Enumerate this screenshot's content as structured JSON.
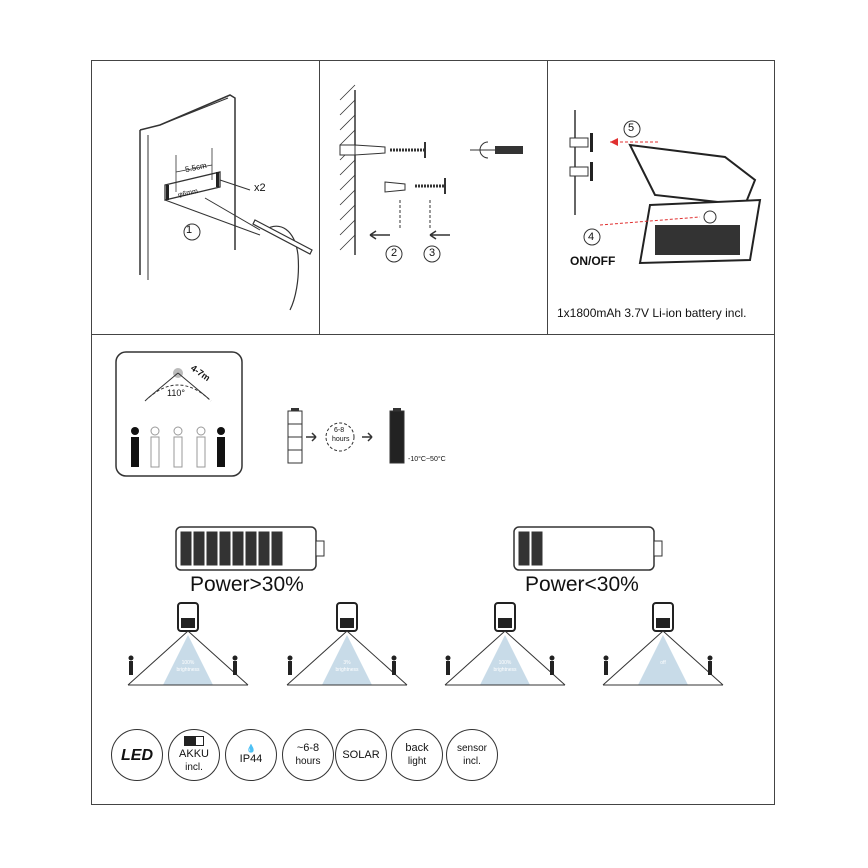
{
  "panel1": {
    "dimension": "5.5cm",
    "hole": "φ6mm",
    "count": "x2",
    "step": "1"
  },
  "panel2": {
    "step_a": "2",
    "step_b": "3"
  },
  "panel3": {
    "step_top": "5",
    "step_switch": "4",
    "switch_label": "ON/OFF",
    "battery_note": "1x1800mAh 3.7V Li-ion battery incl."
  },
  "sensor": {
    "range": "4-7m",
    "angle": "110°"
  },
  "charging": {
    "hours_line1": "6-8",
    "hours_line2": "hours",
    "temp_range": "-10°C~50°C"
  },
  "power": {
    "high_label": "Power>30%",
    "low_label": "Power<30%",
    "high_cells": 8,
    "low_cells": 2,
    "scenes": [
      {
        "label_line1": "100%",
        "label_line2": "brightness"
      },
      {
        "label_line1": "3%",
        "label_line2": "brightness"
      },
      {
        "label_line1": "100%",
        "label_line2": "brightness"
      },
      {
        "label_line1": "off",
        "label_line2": ""
      }
    ]
  },
  "features": [
    {
      "line1": "LED",
      "line2": "",
      "icon": "led-logo"
    },
    {
      "line1": "AKKU",
      "line2": "incl.",
      "icon": "battery-icon"
    },
    {
      "line1": "IP44",
      "line2": "",
      "icon": "water-drop-icon"
    },
    {
      "line1": "~6-8",
      "line2": "hours",
      "icon": ""
    },
    {
      "line1": "SOLAR",
      "line2": "",
      "icon": ""
    },
    {
      "line1": "back",
      "line2": "light",
      "icon": ""
    },
    {
      "line1": "sensor",
      "line2": "incl.",
      "icon": ""
    }
  ],
  "colors": {
    "line": "#444444",
    "beam": "#c8dbe8",
    "switch_red": "#e03030"
  }
}
